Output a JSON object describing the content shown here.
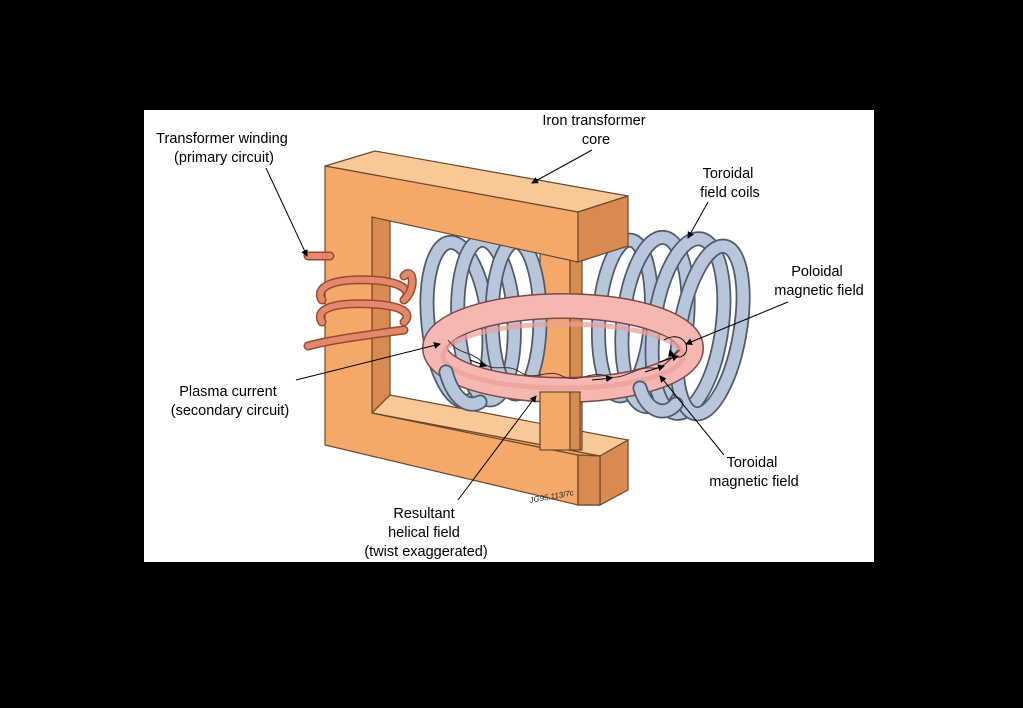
{
  "colors": {
    "background": "#000000",
    "panel": "#ffffff",
    "iron_core": "#f4a96a",
    "field_coils": "#b7c6da",
    "plasma_ring": "#f6b7b2",
    "copper_winding": "#e3886a"
  },
  "labels": {
    "transformer_winding": [
      "Transformer winding",
      "(primary circuit)"
    ],
    "iron_core": [
      "Iron transformer",
      "core"
    ],
    "toroidal_coils": [
      "Toroidal",
      "field coils"
    ],
    "poloidal_field": [
      "Poloidal",
      "magnetic field"
    ],
    "plasma_current": [
      "Plasma current",
      "(secondary circuit)"
    ],
    "toroidal_field": [
      "Toroidal",
      "magnetic field"
    ],
    "helical_field": [
      "Resultant",
      "helical field",
      "(twist exaggerated)"
    ],
    "figure_code": "JG95.113/7c"
  }
}
